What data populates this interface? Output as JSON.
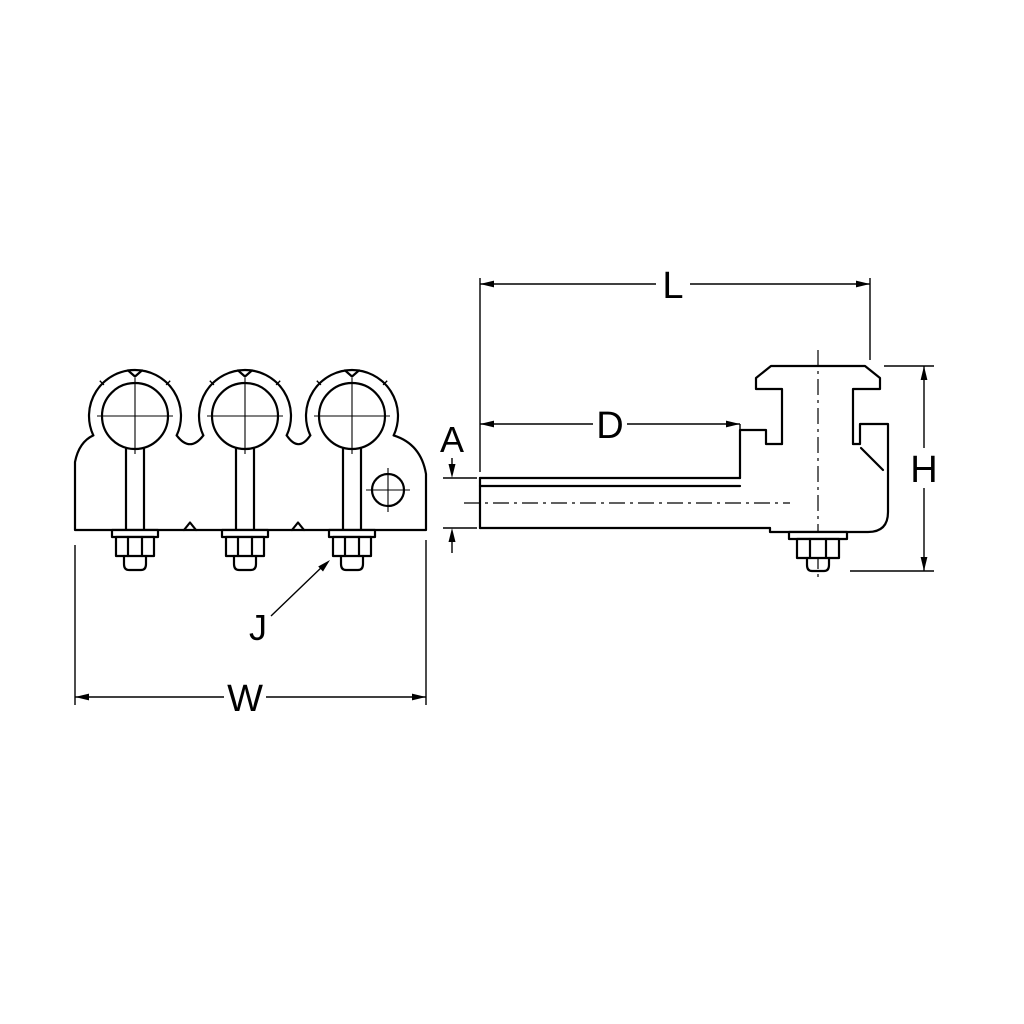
{
  "drawing": {
    "kind": "technical-dimension-drawing",
    "views": [
      "front-view",
      "side-view"
    ],
    "colors": {
      "background": "#ffffff",
      "line": "#000000"
    }
  },
  "labels": {
    "L": "L",
    "D": "D",
    "A": "A",
    "H": "H",
    "W": "W",
    "J": "J"
  }
}
